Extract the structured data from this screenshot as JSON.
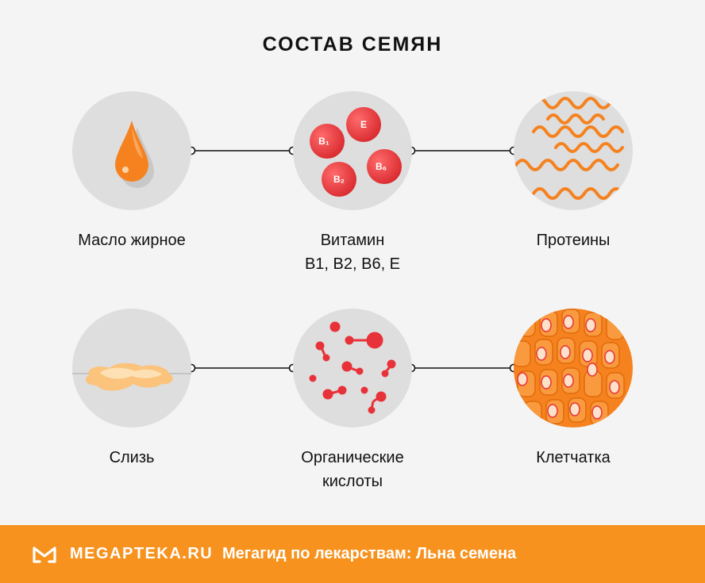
{
  "title": "СОСТАВ СЕМЯН",
  "items": [
    {
      "label_line1": "Масло жирное",
      "label_line2": "",
      "icon": "oil-drop-icon"
    },
    {
      "label_line1": "Витамин",
      "label_line2": "B1, B2, B6, E",
      "icon": "vitamin-balls-icon"
    },
    {
      "label_line1": "Протеины",
      "label_line2": "",
      "icon": "protein-strands-icon"
    },
    {
      "label_line1": "Слизь",
      "label_line2": "",
      "icon": "mucus-puddle-icon"
    },
    {
      "label_line1": "Органические",
      "label_line2": "кислоты",
      "icon": "molecules-icon"
    },
    {
      "label_line1": "Клетчатка",
      "label_line2": "",
      "icon": "fiber-cells-icon"
    }
  ],
  "vitamin_badges": {
    "b1": "B₁",
    "e": "E",
    "b6": "B₆",
    "b2": "B₂"
  },
  "footer": {
    "brand": "MEGAPTEKA.RU",
    "tagline": "Мегагид по лекарствам: Льна семена"
  },
  "colors": {
    "accent": "#f7921e",
    "red": "#e8323a",
    "orange": "#f5821f",
    "circle": "#dedede"
  }
}
